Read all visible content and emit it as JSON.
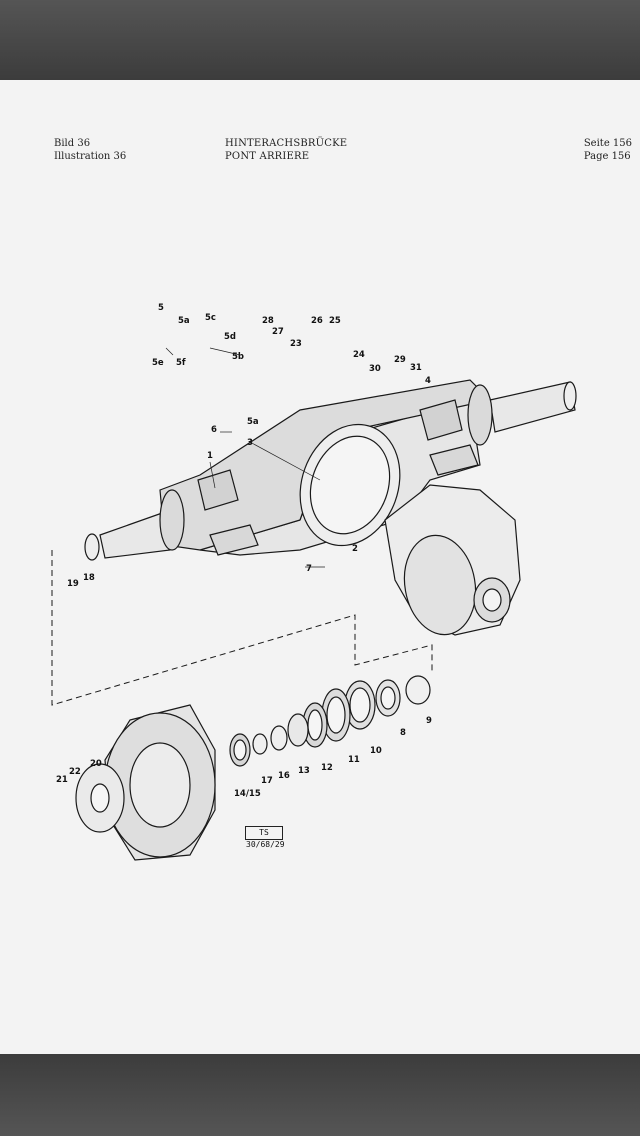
{
  "header": {
    "left_line1": "Bild 36",
    "left_line2": "Illustration 36",
    "center_line1": "HINTERACHSBRÜCKE",
    "center_line2": "PONT ARRIERE",
    "right_line1": "Seite 156",
    "right_line2": "Page 156"
  },
  "diagram": {
    "stamp": "TS 30/68/29",
    "labels": {
      "p1": "1",
      "p2": "2",
      "p3": "3",
      "p4": "4",
      "p5": "5",
      "p5a": "5a",
      "p5b": "5b",
      "p5c": "5c",
      "p5d": "5d",
      "p5e": "5e",
      "p5f": "5f",
      "p5a2": "5a",
      "p6": "6",
      "p7": "7",
      "p8": "8",
      "p9": "9",
      "p10": "10",
      "p11": "11",
      "p12": "12",
      "p13": "13",
      "p1415": "14/15",
      "p16": "16",
      "p17": "17",
      "p18": "18",
      "p19": "19",
      "p20": "20",
      "p21": "21",
      "p22": "22",
      "p23": "23",
      "p24": "24",
      "p25": "25",
      "p26": "26",
      "p27": "27",
      "p28": "28",
      "p29": "29",
      "p30": "30",
      "p31": "31"
    }
  }
}
